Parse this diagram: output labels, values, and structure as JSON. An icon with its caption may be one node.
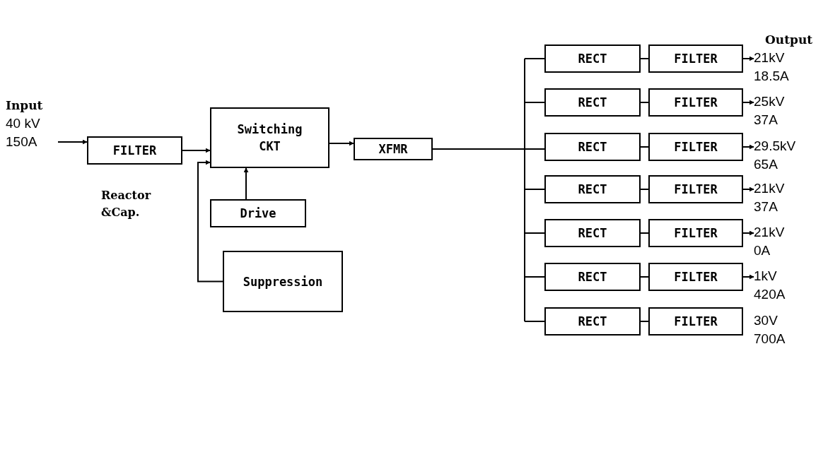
{
  "diagram": {
    "nodes": [
      {
        "text": [
          "Input",
          "40 kV 150A"
        ]
      },
      {
        "text": [
          "FILTER"
        ],
        "beside": [
          "Reactor &Cap."
        ]
      },
      {
        "text": [
          "Switching CKT"
        ]
      },
      {
        "text": [
          "Drive"
        ]
      },
      {
        "text": [
          "Suppression"
        ]
      },
      {
        "text": [
          "XFMR"
        ]
      },
      {
        "text": [
          "RECT"
        ]
      },
      {
        "text": [
          "FILTER"
        ]
      },
      {
        "text": [
          "RECT"
        ]
      },
      {
        "text": [
          "FILTER"
        ]
      },
      {
        "text": [
          "RECT"
        ]
      },
      {
        "text": [
          "FILTER"
        ]
      },
      {
        "text": [
          "RECT"
        ]
      },
      {
        "text": [
          "FILTER"
        ]
      },
      {
        "text": [
          "RECT"
        ]
      },
      {
        "text": [
          "FILTER"
        ]
      },
      {
        "text": [
          "RECT"
        ]
      },
      {
        "text": [
          "FILTER"
        ]
      },
      {
        "text": [
          "RECT"
        ]
      },
      {
        "text": [
          "FILTER"
        ]
      },
      {
        "text": [
          "21kV 18.5A"
        ]
      },
      {
        "text": [
          "25kV 37A"
        ]
      },
      {
        "text": [
          "29.5kV 65A"
        ]
      },
      {
        "text": [
          "21kV 37A"
        ]
      },
      {
        "text": [
          "21kV 0A"
        ]
      },
      {
        "text": [
          "1kV 420A"
        ]
      }
    ],
    "edges": [
      {
        "from": 0,
        "to": 1,
        "arrow": "to"
      },
      {
        "from": 1,
        "to": 2,
        "arrow": "to"
      },
      {
        "from": 4,
        "to": 2,
        "arrow": "to"
      },
      {
        "from": 3,
        "to": 2,
        "arrow": "to"
      },
      {
        "from": 2,
        "to": 5,
        "arrow": "to"
      },
      {
        "from": 5,
        "to": 6,
        "arrow": "none"
      },
      {
        "from": 5,
        "to": 8,
        "arrow": "none"
      },
      {
        "from": 5,
        "to": 10,
        "arrow": "none"
      },
      {
        "from": 5,
        "to": 12,
        "arrow": "none"
      },
      {
        "from": 5,
        "to": 14,
        "arrow": "none"
      },
      {
        "from": 5,
        "to": 16,
        "arrow": "none"
      },
      {
        "from": 5,
        "to": 18,
        "arrow": "none"
      },
      {
        "from": 6,
        "to": 7,
        "arrow": "none"
      },
      {
        "from": 8,
        "to": 9,
        "arrow": "none"
      },
      {
        "from": 10,
        "to": 11,
        "arrow": "none"
      },
      {
        "from": 12,
        "to": 13,
        "arrow": "none"
      },
      {
        "from": 14,
        "to": 15,
        "arrow": "none"
      },
      {
        "from": 16,
        "to": 17,
        "arrow": "none"
      },
      {
        "from": 18,
        "to": 19,
        "arrow": "none"
      },
      {
        "from": 7,
        "to": 20,
        "arrow": "to"
      },
      {
        "from": 9,
        "to": 21,
        "arrow": "to"
      },
      {
        "from": 11,
        "to": 22,
        "arrow": "to"
      },
      {
        "from": 13,
        "to": 23,
        "arrow": "to"
      },
      {
        "from": 15,
        "to": 24,
        "arrow": "to"
      },
      {
        "from": 17,
        "to": 25,
        "arrow": "to"
      }
    ],
    "labels": [
      "Output",
      "30V 700A"
    ]
  }
}
